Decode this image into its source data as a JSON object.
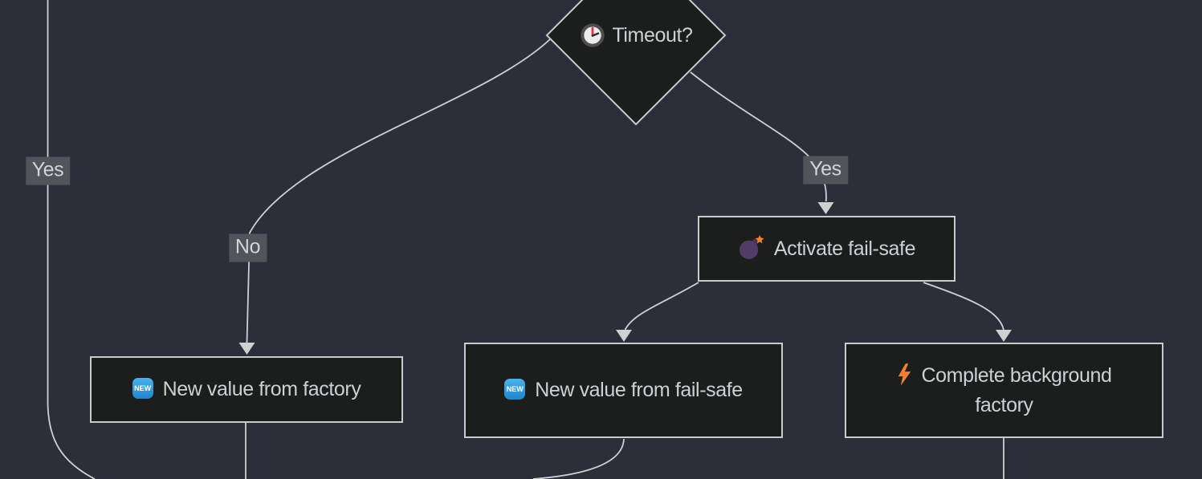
{
  "diagram": {
    "type": "flowchart",
    "direction": "top-down",
    "nodes": {
      "timeout": {
        "label": "Timeout?",
        "shape": "diamond",
        "icon": "clock-icon"
      },
      "activate_fail_safe": {
        "label": "Activate fail-safe",
        "shape": "rect",
        "icon": "bomb-icon"
      },
      "new_value_factory": {
        "label": "New value from factory",
        "shape": "rect",
        "icon": "new-icon"
      },
      "new_value_fail_safe": {
        "label": "New value from fail-safe",
        "shape": "rect",
        "icon": "new-icon"
      },
      "complete_background_factory": {
        "label": "Complete background factory",
        "shape": "rect",
        "icon": "bolt-icon"
      }
    },
    "edges": [
      {
        "label": "Yes",
        "from": "offscreen-top",
        "to": "offscreen-bottom"
      },
      {
        "label": "No",
        "from": "Timeout?",
        "to": "New value from factory"
      },
      {
        "label": "Yes",
        "from": "Timeout?",
        "to": "Activate fail-safe"
      },
      {
        "label": "",
        "from": "Activate fail-safe",
        "to": "New value from fail-safe"
      },
      {
        "label": "",
        "from": "Activate fail-safe",
        "to": "Complete background factory"
      },
      {
        "label": "",
        "from": "New value from factory",
        "to": "offscreen-bottom"
      },
      {
        "label": "",
        "from": "New value from fail-safe",
        "to": "offscreen-bottom"
      },
      {
        "label": "",
        "from": "Complete background factory",
        "to": "offscreen-bottom"
      }
    ],
    "icons": {
      "new_badge_text": "NEW"
    },
    "colors": {
      "background": "#2c2f3a",
      "node_fill": "#1c1d1d",
      "node_border": "#c9cbcc",
      "text": "#cdd0d4",
      "edge_line": "#d0d0d0",
      "edge_label_bg": "#52545c",
      "bolt_orange": "#ee8230",
      "bomb_purple": "#4f3d66",
      "spark_orange": "#f0812f",
      "new_badge_blue": "#2f9ada",
      "clock_hand_red": "#e0314e"
    }
  }
}
